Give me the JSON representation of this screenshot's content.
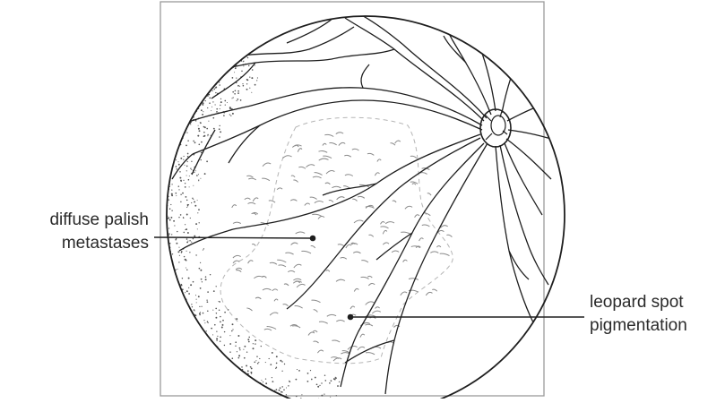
{
  "figure": {
    "description_free": true,
    "labels": {
      "diffuse_metastases": {
        "line1": "diffuse palish",
        "line2": "metastases"
      },
      "leopard_spot": {
        "line1": "leopard spot",
        "line2": "pigmentation"
      }
    },
    "colors": {
      "ink": "#1e1e1e",
      "frame": "#9a9a9a",
      "lesion": "#8a8a8a",
      "text": "#2a2a2a"
    }
  }
}
